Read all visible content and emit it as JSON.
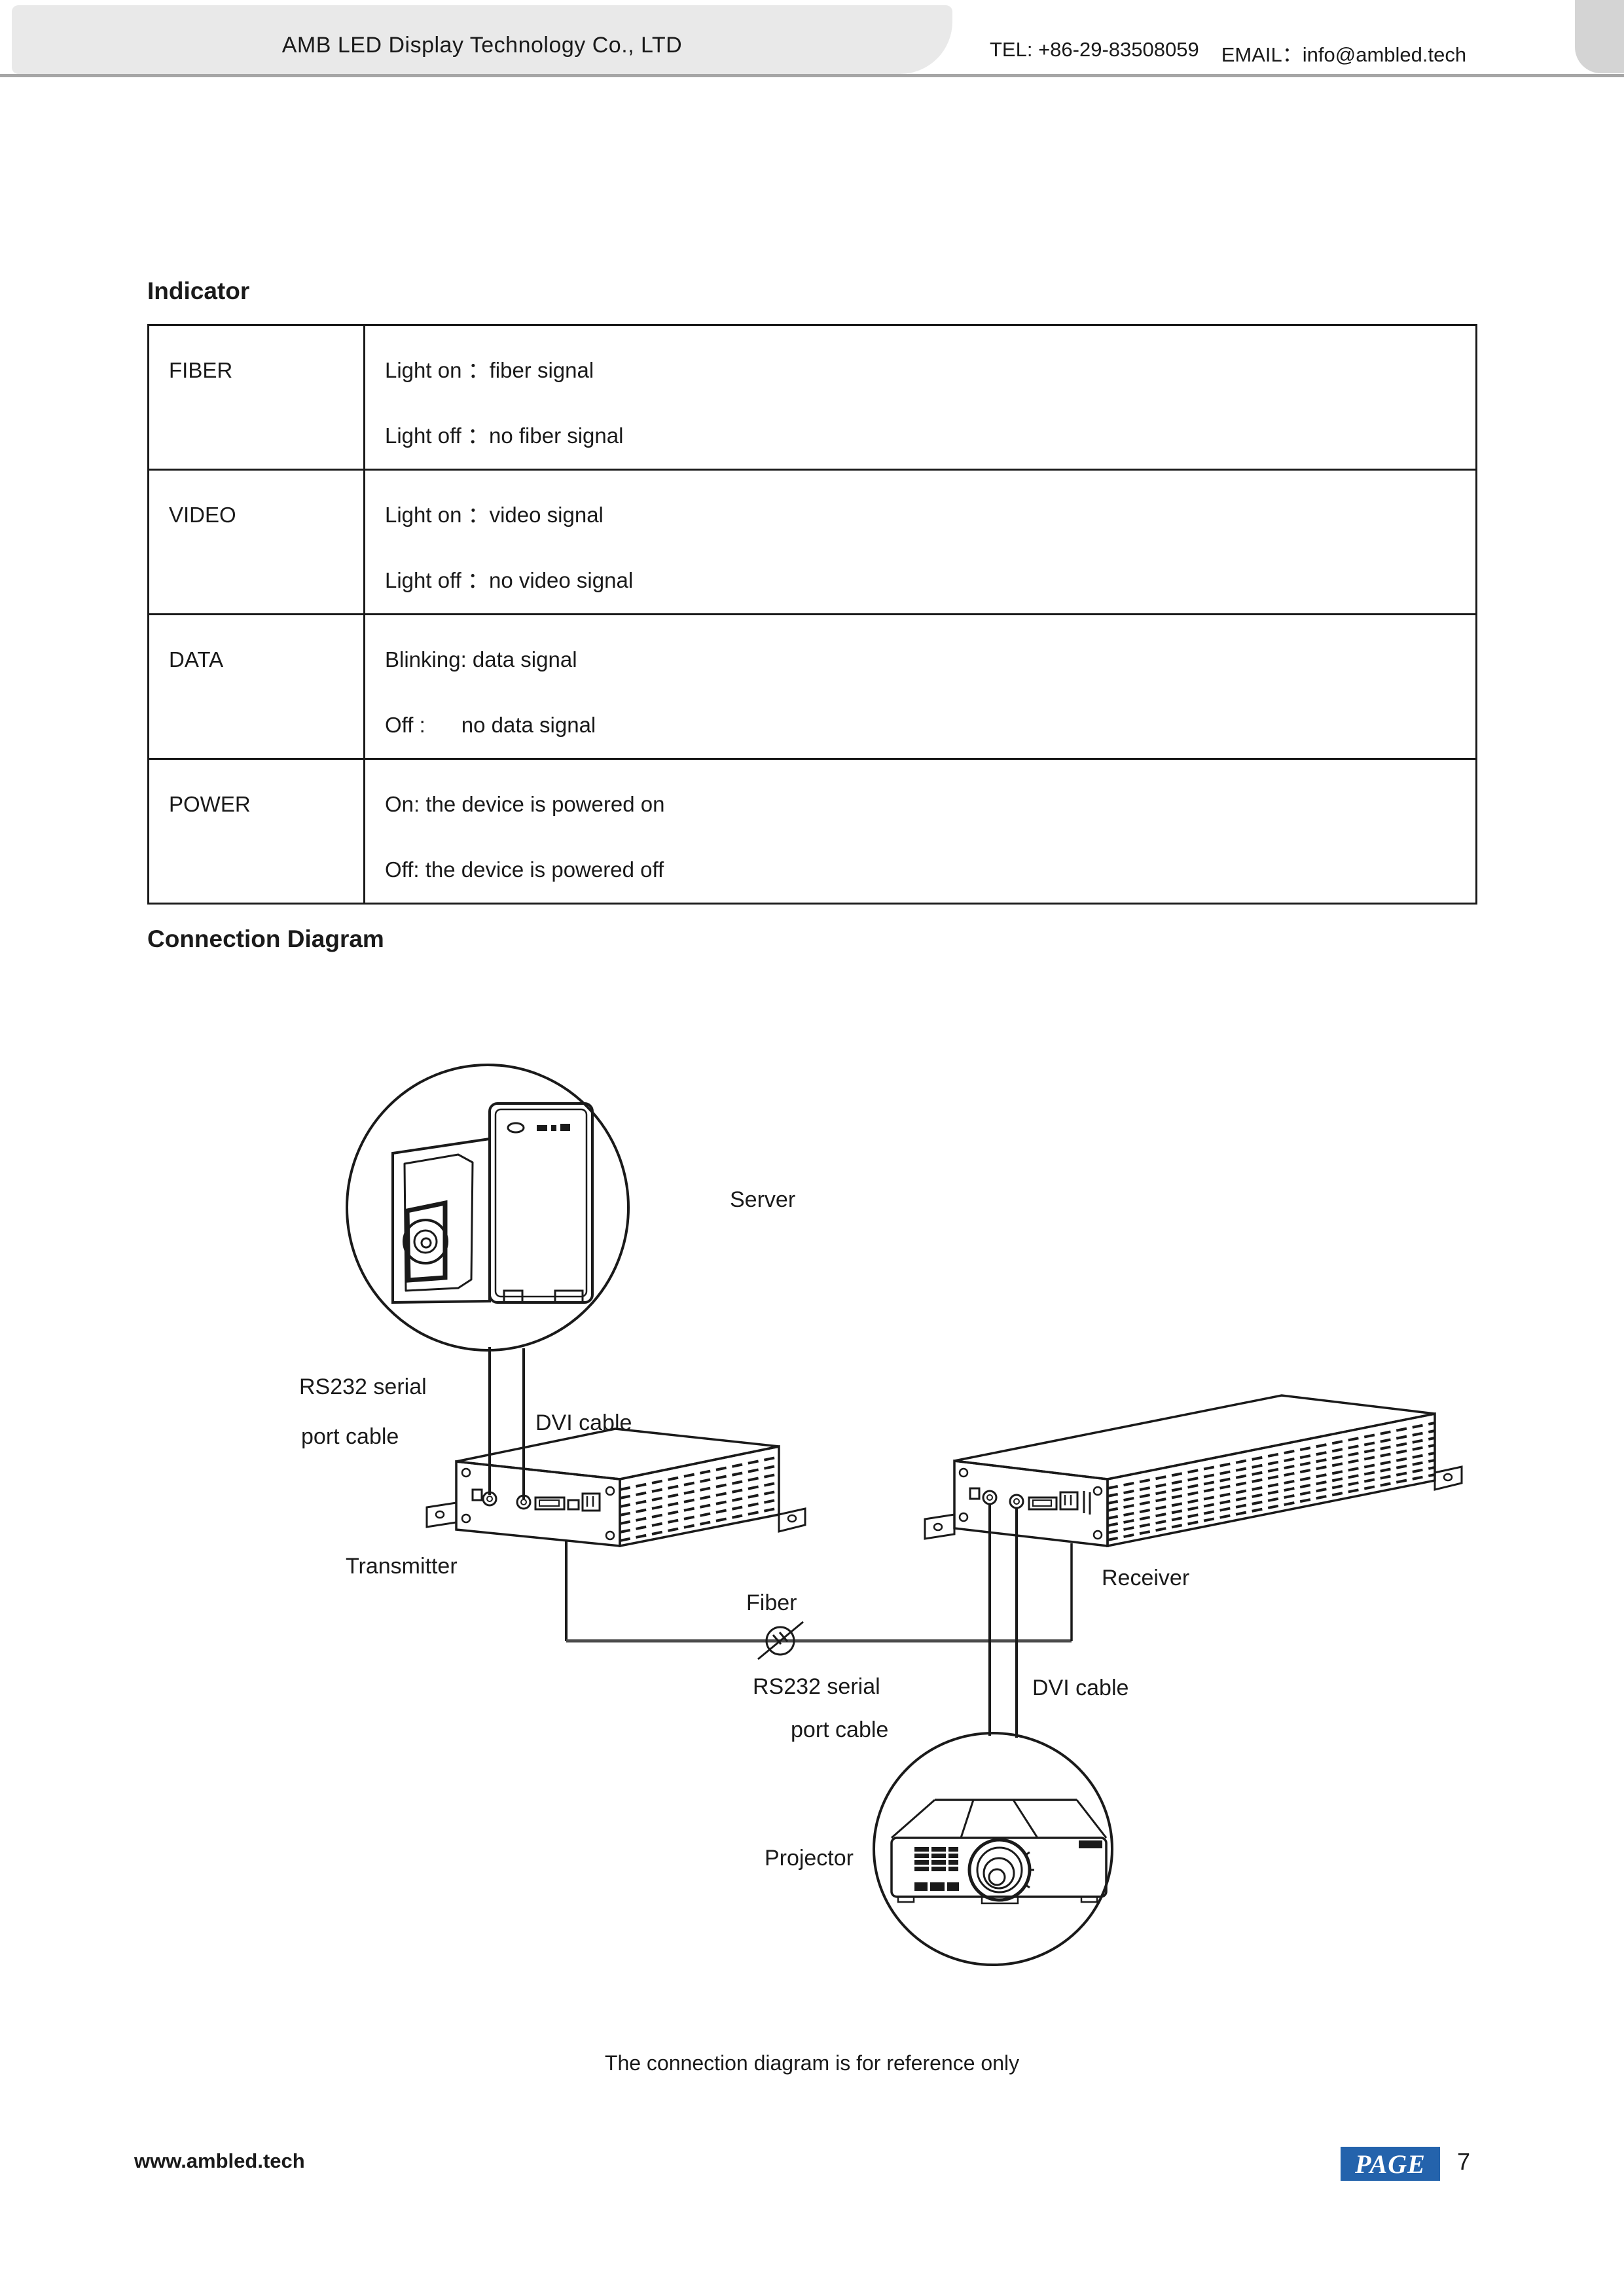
{
  "header": {
    "company": "AMB LED Display Technology Co., LTD",
    "tel": "TEL: +86-29-83508059",
    "email": "EMAIL：info@ambled.tech"
  },
  "sections": {
    "indicator_title": "Indicator",
    "connection_title": "Connection Diagram"
  },
  "indicator_table": {
    "rows": [
      {
        "name": "FIBER",
        "line1": "Light on ：fiber signal",
        "line2": "Light off ：no fiber signal"
      },
      {
        "name": "VIDEO",
        "line1": "Light on ：video signal",
        "line2": "Light off ：no video signal"
      },
      {
        "name": "DATA",
        "line1": "Blinking: data signal",
        "line2": "Off :      no data signal"
      },
      {
        "name": "POWER",
        "line1": "On: the device is powered on",
        "line2": "Off: the device is powered off"
      }
    ]
  },
  "diagram": {
    "labels": {
      "server": "Server",
      "rs232_top_line1": "RS232 serial",
      "rs232_top_line2": "port cable",
      "dvi_top": "DVI cable",
      "transmitter": "Transmitter",
      "receiver": "Receiver",
      "fiber": "Fiber",
      "rs232_bottom_line1": "RS232 serial",
      "rs232_bottom_line2": "port cable",
      "dvi_bottom": "DVI cable",
      "projector": "Projector"
    },
    "caption": "The connection diagram is for reference only"
  },
  "footer": {
    "website": "www.ambled.tech",
    "page_logo": "PAGE",
    "page_number": "7"
  },
  "colors": {
    "header_bg": "#e9e9e9",
    "rule_gray": "#a6a6a6",
    "badge_blue": "#2463ac",
    "line_art": "#1a1a1a",
    "fiber_gray": "#4d4d4d"
  }
}
